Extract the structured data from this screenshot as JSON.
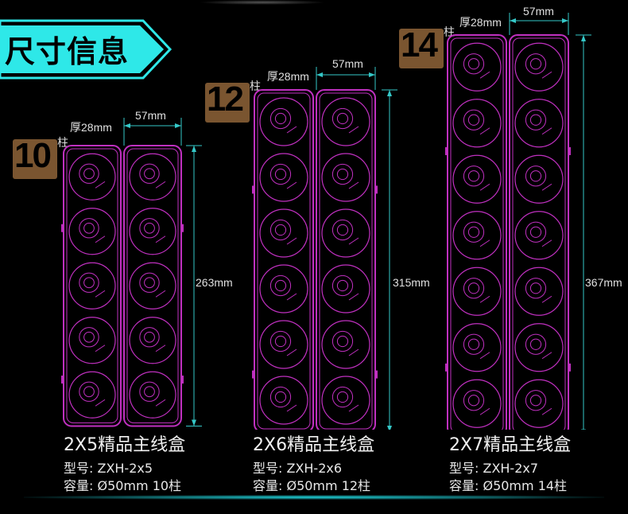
{
  "header": {
    "title": "尺寸信息"
  },
  "products": [
    {
      "badge_number": "10",
      "badge_unit": "柱",
      "thickness": "厚28mm",
      "width": "57mm",
      "height": "263mm",
      "name": "2X5精品主线盒",
      "model": "型号: ZXH-2x5",
      "capacity": "容量: Ø50mm 10柱",
      "rows": 5
    },
    {
      "badge_number": "12",
      "badge_unit": "柱",
      "thickness": "厚28mm",
      "width": "57mm",
      "height": "315mm",
      "name": "2X6精品主线盒",
      "model": "型号: ZXH-2x6",
      "capacity": "容量: Ø50mm 12柱",
      "rows": 6
    },
    {
      "badge_number": "14",
      "badge_unit": "柱",
      "thickness": "厚28mm",
      "width": "57mm",
      "height": "367mm",
      "name": "2X7精品主线盒",
      "model": "型号: ZXH-2x7",
      "capacity": "容量: Ø50mm 14柱",
      "rows": 7
    }
  ],
  "colors": {
    "box_outline": "#c030c0",
    "dimension_line": "#35c8c8",
    "title_accent": "#2ee8e8",
    "badge": "#7a5530",
    "glow": "#1fd0d8"
  }
}
